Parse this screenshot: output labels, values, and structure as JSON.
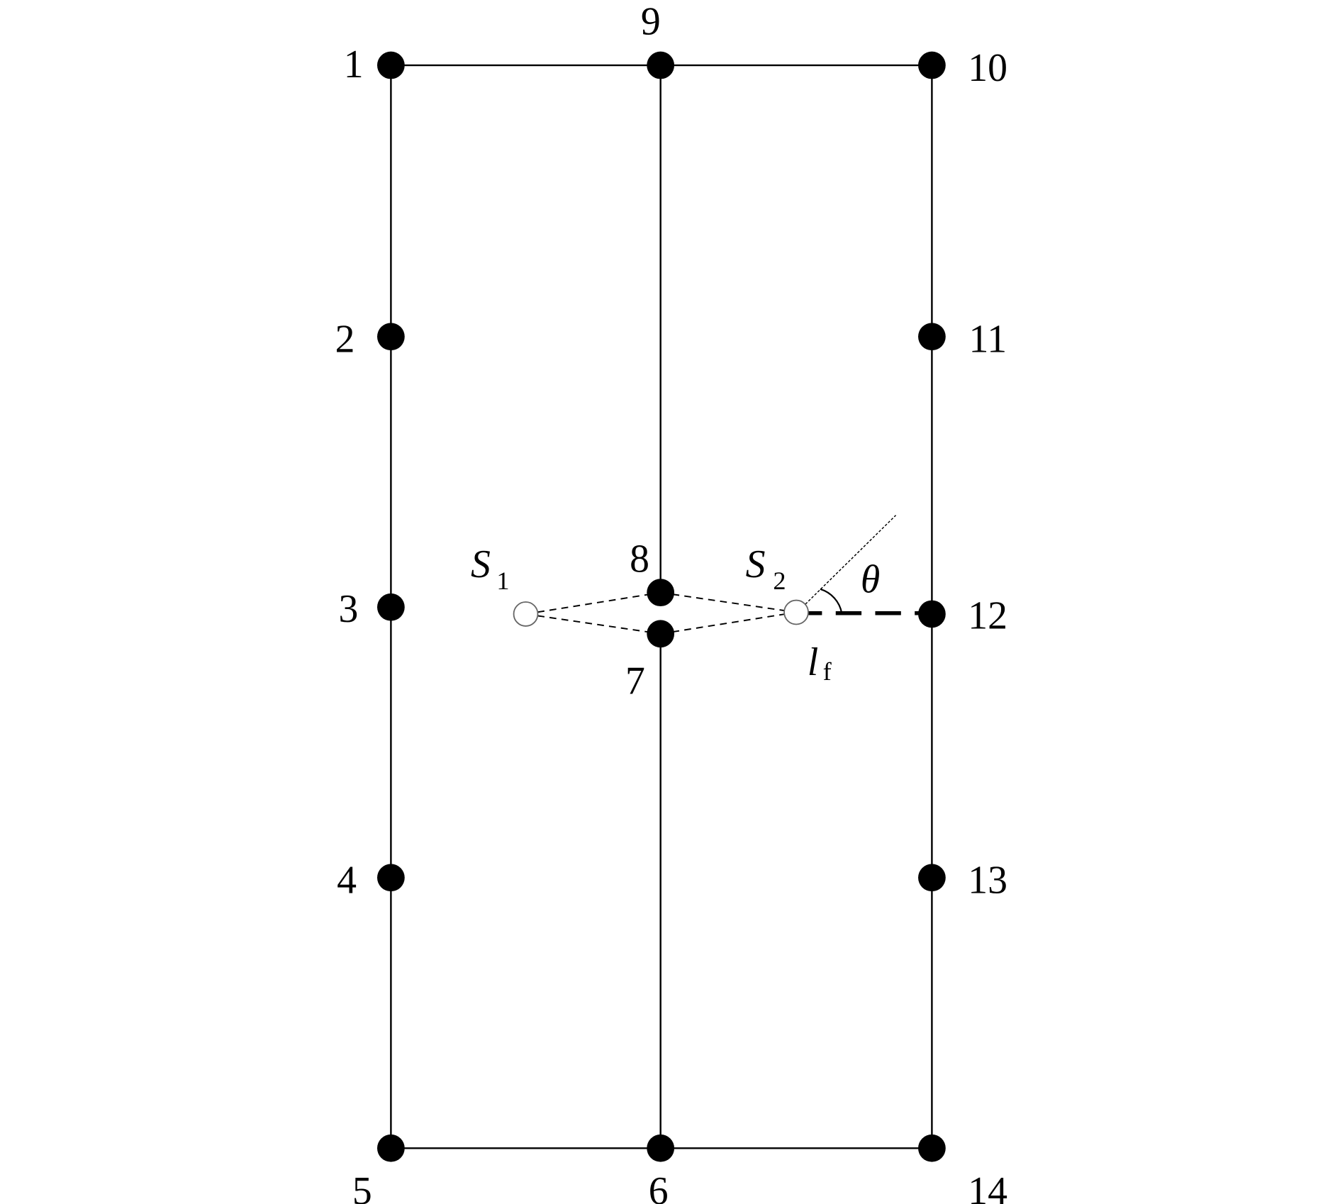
{
  "nodes": {
    "n1": "1",
    "n2": "2",
    "n3": "3",
    "n4": "4",
    "n5": "5",
    "n6": "6",
    "n7": "7",
    "n8": "8",
    "n9": "9",
    "n10": "10",
    "n11": "11",
    "n12": "12",
    "n13": "13",
    "n14": "14"
  },
  "sources": {
    "s1_main": "S",
    "s1_sub": "1",
    "s2_main": "S",
    "s2_sub": "2"
  },
  "fault": {
    "length_main": "l",
    "length_sub": "f",
    "angle": "θ"
  }
}
